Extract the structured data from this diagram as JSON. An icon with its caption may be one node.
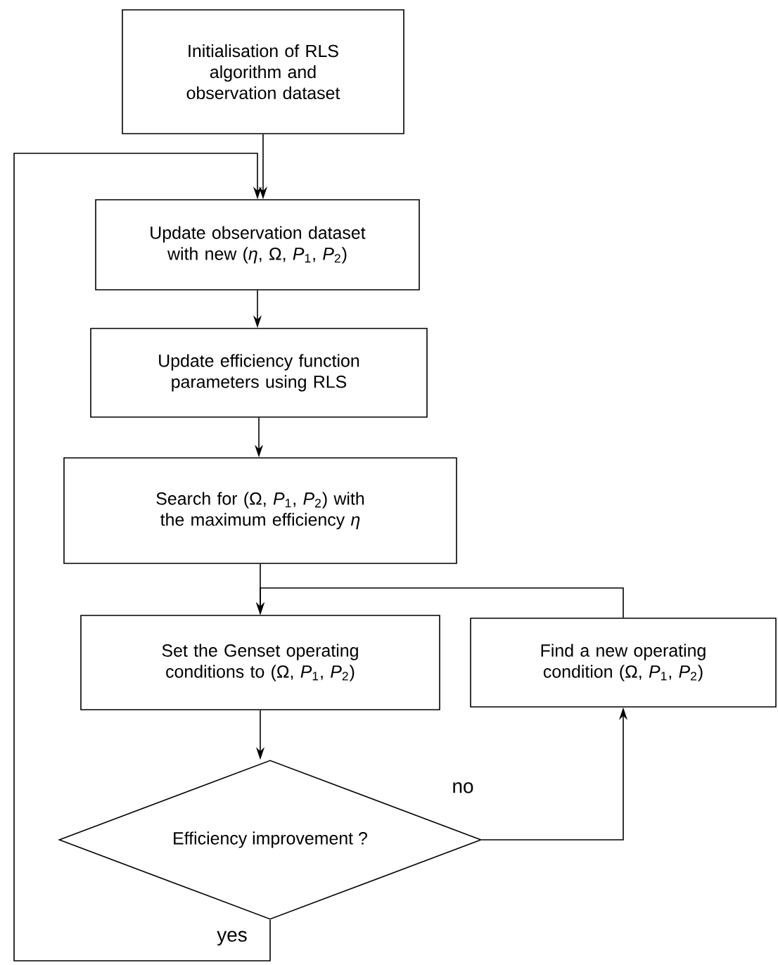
{
  "diagram": {
    "nodes": [
      {
        "text": [
          "Initialisation of RLS algorithm and observation dataset"
        ]
      },
      {
        "text": [
          "Update observation dataset with new (*η*, Ω, *P*$_{1}$, *P*$_{2}$)"
        ]
      },
      {
        "text": [
          "Update efficiency function parameters using RLS"
        ]
      },
      {
        "text": [
          "Search for (Ω, *P*$_{1}$, *P*$_{2}$) with the maximum efficiency *η*"
        ]
      },
      {
        "text": [
          "Set the Genset operating conditions to (Ω, *P*$_{1}$, *P*$_{2}$)"
        ]
      },
      {
        "text": [
          "Find a new operating condition (Ω, *P*$_{1}$, *P*$_{2}$)"
        ]
      },
      {
        "text": [
          "Efficiency improvement ?"
        ]
      }
    ],
    "edges": [
      {
        "from": 0,
        "to": 1,
        "arrow": "to"
      },
      {
        "from": 1,
        "to": 2,
        "arrow": "to"
      },
      {
        "from": 2,
        "to": 3,
        "arrow": "to"
      },
      {
        "from": 3,
        "to": 4,
        "arrow": "to"
      },
      {
        "from": 4,
        "to": 6,
        "arrow": "to"
      },
      {
        "from": 6,
        "to": 5,
        "arrow": "to",
        "label": "no"
      },
      {
        "from": 5,
        "to": 4,
        "arrow": "to"
      },
      {
        "from": 6,
        "to": 1,
        "arrow": "to",
        "label": "yes"
      }
    ]
  }
}
